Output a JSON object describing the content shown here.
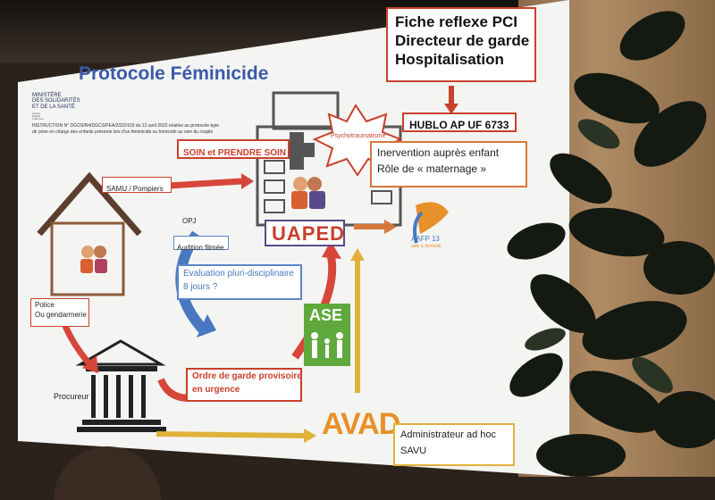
{
  "slide": {
    "title": "Protocole Féminicide",
    "ministry": "MINISTÈRE\nDES SOLIDARITÉS\nET DE LA SANTÉ",
    "motto": "Liberté\nÉgalité\nFraternité",
    "instruction_line1": "INSTRUCTION N° DGOS/R4/DGCS/PEA/2022/103 du 12 avril 2022 relative au protocole-type",
    "instruction_line2": "de prise en charge des enfants présents lors d'un féminicide ou homicide au sein du couple",
    "fiche": [
      "Fiche reflexe PCI",
      "Directeur de garde",
      "Hospitalisation"
    ],
    "hublo": "HUBLO AP UF 6733",
    "psycho": "Psychotraumatisme",
    "soin": "SOIN et PRENDRE SOIN",
    "samu": "SAMU / Pompiers",
    "intervention": [
      "Inervention auprès enfant",
      "Rôle de « maternage »"
    ],
    "uaped": "UAPED",
    "opj": "OPJ",
    "audition": "Audition filmée",
    "evaluation": [
      "Evaluation pluri-disciplinaire",
      "8 jours ?"
    ],
    "police": [
      "Police",
      "Ou gendarmerie"
    ],
    "ase": "ASE",
    "aafp": [
      "AAFP 13",
      "aide à domicile"
    ],
    "procureur": "Procureur",
    "ordre": [
      "Ordre de garde provisoire",
      "en urgence"
    ],
    "avad": "AVAD",
    "administrateur": [
      "Administrateur ad hoc",
      "SAVU"
    ]
  },
  "colors": {
    "title_blue": "#3a5aa8",
    "red_box": "#c9402c",
    "orange_box": "#d6783a",
    "yellow_box": "#e0b23a",
    "blue_box": "#5b86c8",
    "ase_green": "#5fa83c"
  }
}
